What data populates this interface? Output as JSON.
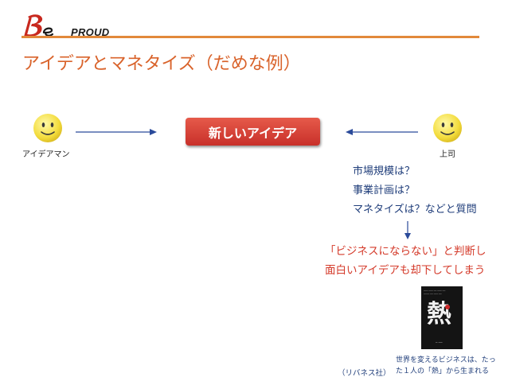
{
  "header": {
    "logo_text": "PROUD",
    "logo_mark_icon": "be-logo-mark",
    "accent_color": "#e2893a"
  },
  "slide": {
    "title": "アイデアとマネタイズ（だめな例）",
    "title_color": "#d9632b"
  },
  "actors": {
    "left_role": "アイデアマン",
    "right_role": "上司",
    "face_icon": "smiley-face-icon"
  },
  "idea_box": {
    "label": "新しいアイデア",
    "color": "#d83e35"
  },
  "questions": {
    "lines": [
      "市場規模は？",
      "事業計画は？",
      "マネタイズは？などと質問"
    ],
    "color": "#1f3d7a"
  },
  "verdict": {
    "lines": [
      "「ビジネスにならない」と判断し",
      "面白いアイデアも却下してしまう"
    ],
    "color": "#d43a2a"
  },
  "book": {
    "kanji": "熱",
    "publisher": "（リバネス社）",
    "caption_lines": [
      "世界を変えるビジネスは、たっ",
      "た１人の「熱」から生まれる"
    ]
  }
}
